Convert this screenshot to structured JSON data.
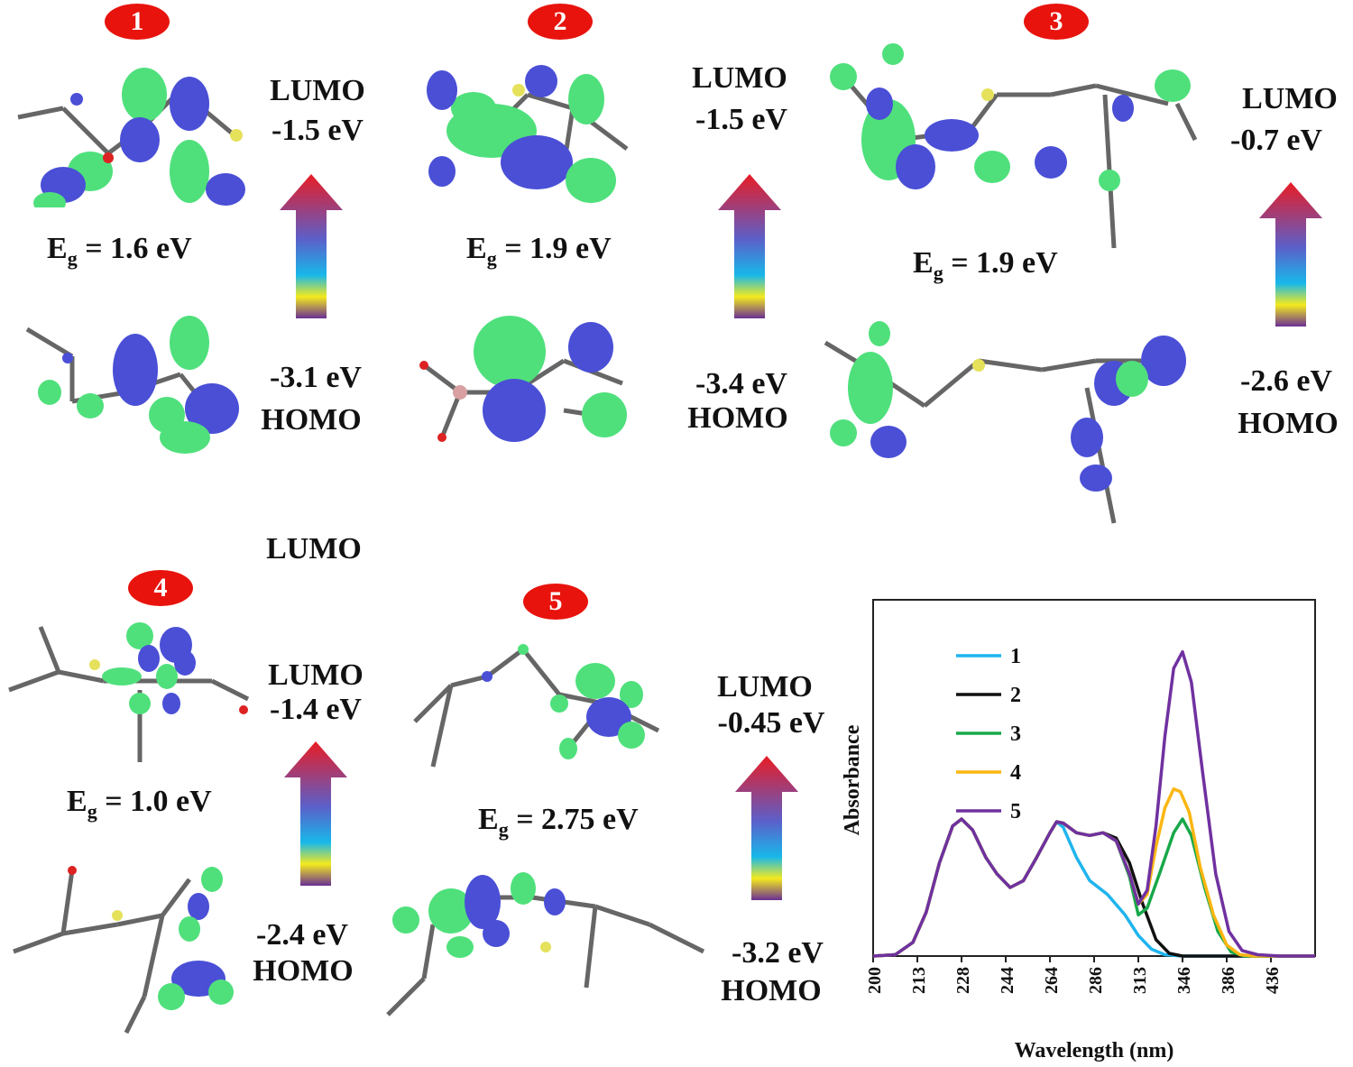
{
  "molecules": [
    {
      "id": "1",
      "lumo_label": "LUMO",
      "lumo_energy": "-1.5 eV",
      "homo_energy": "-3.1 eV",
      "homo_label": "HOMO",
      "eg_prefix": "E",
      "eg_sub": "g",
      "eg_value": "= 1.6 eV"
    },
    {
      "id": "2",
      "lumo_label": "LUMO",
      "lumo_energy": "-1.5 eV",
      "homo_energy": "-3.4 eV",
      "homo_label": "HOMO",
      "eg_prefix": "E",
      "eg_sub": "g",
      "eg_value": "= 1.9 eV"
    },
    {
      "id": "3",
      "lumo_label": "LUMO",
      "lumo_energy": "-0.7 eV",
      "homo_energy": "-2.6 eV",
      "homo_label": "HOMO",
      "eg_prefix": "E",
      "eg_sub": "g",
      "eg_value": "= 1.9 eV"
    },
    {
      "id": "4",
      "lumo_label": "LUMO",
      "lumo_energy": "-1.4 eV",
      "homo_energy": "-2.4 eV",
      "homo_label": "HOMO",
      "eg_prefix": "E",
      "eg_sub": "g",
      "eg_value": "= 1.0 eV"
    },
    {
      "id": "5",
      "lumo_label": "LUMO",
      "lumo_energy": "-0.45 eV",
      "homo_energy": "-3.2 eV",
      "homo_label": "HOMO",
      "eg_prefix": "E",
      "eg_sub": "g",
      "eg_value": "= 2.75 eV"
    }
  ],
  "stray_label": "LUMO",
  "colors": {
    "badge": "#e8130d",
    "orbital_blue": "#4a4fd6",
    "orbital_green": "#4fe07c"
  },
  "chart_data": {
    "type": "line",
    "xlabel": "Wavelength (nm)",
    "ylabel": "Absorbance",
    "x_ticks": [
      "200",
      "213",
      "228",
      "244",
      "264",
      "286",
      "313",
      "346",
      "386",
      "436"
    ],
    "legend_position": "top-left",
    "series": [
      {
        "name": "1",
        "color": "#1fb4ee",
        "points": [
          [
            0,
            0
          ],
          [
            0.5,
            0.01
          ],
          [
            0.9,
            0.1
          ],
          [
            1.2,
            0.32
          ],
          [
            1.5,
            0.68
          ],
          [
            1.8,
            0.95
          ],
          [
            2.0,
            1.0
          ],
          [
            2.25,
            0.92
          ],
          [
            2.55,
            0.72
          ],
          [
            2.8,
            0.6
          ],
          [
            3.1,
            0.5
          ],
          [
            3.4,
            0.55
          ],
          [
            3.7,
            0.72
          ],
          [
            4.0,
            0.9
          ],
          [
            4.15,
            0.98
          ],
          [
            4.3,
            0.94
          ],
          [
            4.6,
            0.72
          ],
          [
            4.9,
            0.55
          ],
          [
            5.3,
            0.45
          ],
          [
            5.7,
            0.3
          ],
          [
            6.0,
            0.15
          ],
          [
            6.3,
            0.05
          ],
          [
            6.6,
            0.01
          ],
          [
            7.0,
            0
          ],
          [
            8.0,
            0
          ],
          [
            9.0,
            0
          ],
          [
            10.0,
            0
          ]
        ]
      },
      {
        "name": "2",
        "color": "#111111",
        "points": [
          [
            0,
            0
          ],
          [
            0.5,
            0.01
          ],
          [
            0.9,
            0.1
          ],
          [
            1.2,
            0.32
          ],
          [
            1.5,
            0.68
          ],
          [
            1.8,
            0.95
          ],
          [
            2.0,
            1.0
          ],
          [
            2.25,
            0.92
          ],
          [
            2.55,
            0.72
          ],
          [
            2.8,
            0.6
          ],
          [
            3.1,
            0.5
          ],
          [
            3.4,
            0.55
          ],
          [
            3.7,
            0.72
          ],
          [
            4.0,
            0.9
          ],
          [
            4.15,
            0.98
          ],
          [
            4.3,
            0.97
          ],
          [
            4.6,
            0.9
          ],
          [
            4.9,
            0.88
          ],
          [
            5.2,
            0.9
          ],
          [
            5.5,
            0.86
          ],
          [
            5.8,
            0.68
          ],
          [
            6.1,
            0.38
          ],
          [
            6.4,
            0.12
          ],
          [
            6.7,
            0.02
          ],
          [
            7.0,
            0
          ],
          [
            8.0,
            0
          ],
          [
            9.0,
            0
          ],
          [
            10.0,
            0
          ]
        ]
      },
      {
        "name": "3",
        "color": "#18a84a",
        "points": [
          [
            0,
            0
          ],
          [
            0.5,
            0.01
          ],
          [
            0.9,
            0.1
          ],
          [
            1.2,
            0.32
          ],
          [
            1.5,
            0.68
          ],
          [
            1.8,
            0.95
          ],
          [
            2.0,
            1.0
          ],
          [
            2.25,
            0.92
          ],
          [
            2.55,
            0.72
          ],
          [
            2.8,
            0.6
          ],
          [
            3.1,
            0.5
          ],
          [
            3.4,
            0.55
          ],
          [
            3.7,
            0.72
          ],
          [
            4.0,
            0.9
          ],
          [
            4.15,
            0.98
          ],
          [
            4.3,
            0.97
          ],
          [
            4.6,
            0.9
          ],
          [
            4.9,
            0.88
          ],
          [
            5.2,
            0.9
          ],
          [
            5.5,
            0.84
          ],
          [
            5.8,
            0.58
          ],
          [
            6.0,
            0.3
          ],
          [
            6.2,
            0.35
          ],
          [
            6.5,
            0.62
          ],
          [
            6.8,
            0.9
          ],
          [
            7.0,
            1.0
          ],
          [
            7.2,
            0.88
          ],
          [
            7.5,
            0.5
          ],
          [
            7.8,
            0.18
          ],
          [
            8.1,
            0.03
          ],
          [
            8.4,
            0
          ],
          [
            9.0,
            0
          ],
          [
            10.0,
            0
          ]
        ]
      },
      {
        "name": "4",
        "color": "#fbb612",
        "points": [
          [
            0,
            0
          ],
          [
            0.5,
            0.01
          ],
          [
            0.9,
            0.1
          ],
          [
            1.2,
            0.32
          ],
          [
            1.5,
            0.68
          ],
          [
            1.8,
            0.95
          ],
          [
            2.0,
            1.0
          ],
          [
            2.25,
            0.92
          ],
          [
            2.55,
            0.72
          ],
          [
            2.8,
            0.6
          ],
          [
            3.1,
            0.5
          ],
          [
            3.4,
            0.55
          ],
          [
            3.7,
            0.72
          ],
          [
            4.0,
            0.9
          ],
          [
            4.15,
            0.98
          ],
          [
            4.3,
            0.97
          ],
          [
            4.6,
            0.9
          ],
          [
            4.9,
            0.88
          ],
          [
            5.2,
            0.9
          ],
          [
            5.5,
            0.84
          ],
          [
            5.8,
            0.6
          ],
          [
            6.0,
            0.38
          ],
          [
            6.2,
            0.45
          ],
          [
            6.4,
            0.8
          ],
          [
            6.6,
            1.08
          ],
          [
            6.8,
            1.22
          ],
          [
            6.95,
            1.2
          ],
          [
            7.15,
            1.05
          ],
          [
            7.4,
            0.65
          ],
          [
            7.7,
            0.3
          ],
          [
            8.0,
            0.08
          ],
          [
            8.3,
            0.01
          ],
          [
            8.6,
            0
          ],
          [
            10.0,
            0
          ]
        ]
      },
      {
        "name": "5",
        "color": "#7031a0",
        "points": [
          [
            0,
            0
          ],
          [
            0.5,
            0.01
          ],
          [
            0.9,
            0.1
          ],
          [
            1.2,
            0.32
          ],
          [
            1.5,
            0.68
          ],
          [
            1.8,
            0.95
          ],
          [
            2.0,
            1.0
          ],
          [
            2.25,
            0.92
          ],
          [
            2.55,
            0.72
          ],
          [
            2.8,
            0.6
          ],
          [
            3.1,
            0.5
          ],
          [
            3.4,
            0.55
          ],
          [
            3.7,
            0.72
          ],
          [
            4.0,
            0.9
          ],
          [
            4.15,
            0.98
          ],
          [
            4.3,
            0.97
          ],
          [
            4.6,
            0.9
          ],
          [
            4.9,
            0.88
          ],
          [
            5.2,
            0.9
          ],
          [
            5.5,
            0.84
          ],
          [
            5.8,
            0.6
          ],
          [
            6.0,
            0.38
          ],
          [
            6.2,
            0.48
          ],
          [
            6.4,
            0.95
          ],
          [
            6.6,
            1.6
          ],
          [
            6.8,
            2.1
          ],
          [
            7.0,
            2.22
          ],
          [
            7.2,
            2.0
          ],
          [
            7.45,
            1.35
          ],
          [
            7.75,
            0.6
          ],
          [
            8.05,
            0.18
          ],
          [
            8.35,
            0.04
          ],
          [
            8.7,
            0.01
          ],
          [
            9.2,
            0
          ],
          [
            10.0,
            0
          ]
        ]
      }
    ]
  }
}
